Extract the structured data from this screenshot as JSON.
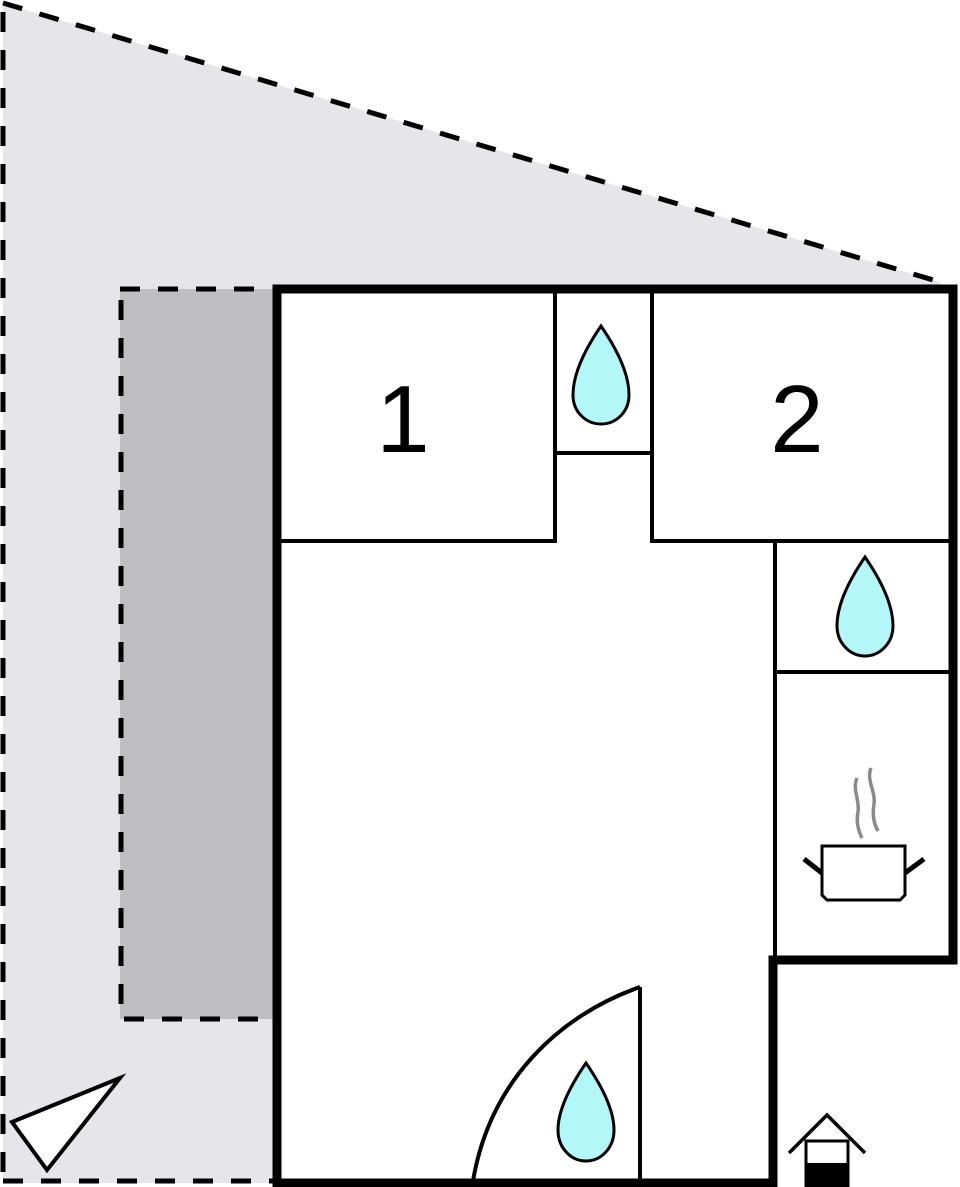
{
  "floorplan": {
    "type": "floor plan",
    "colors": {
      "background": "#ffffff",
      "terrace": "#e6e6ea",
      "covered_area": "#bfbfc1",
      "wall": "#000000",
      "water_fill": "#b3f7f9",
      "steam": "#8a8a8a"
    },
    "rooms": [
      {
        "id": "bedroom-1",
        "label": "1"
      },
      {
        "id": "bedroom-2",
        "label": "2"
      }
    ],
    "icons": [
      {
        "name": "water-drop-icon",
        "location": "bathroom-top"
      },
      {
        "name": "water-drop-icon",
        "location": "bathroom-right"
      },
      {
        "name": "cooking-pot-icon",
        "location": "kitchen"
      },
      {
        "name": "water-drop-icon",
        "location": "shower-corner"
      },
      {
        "name": "house-entrance-icon",
        "location": "entrance"
      },
      {
        "name": "compass-north-arrow-icon",
        "location": "terrace-corner"
      }
    ]
  }
}
